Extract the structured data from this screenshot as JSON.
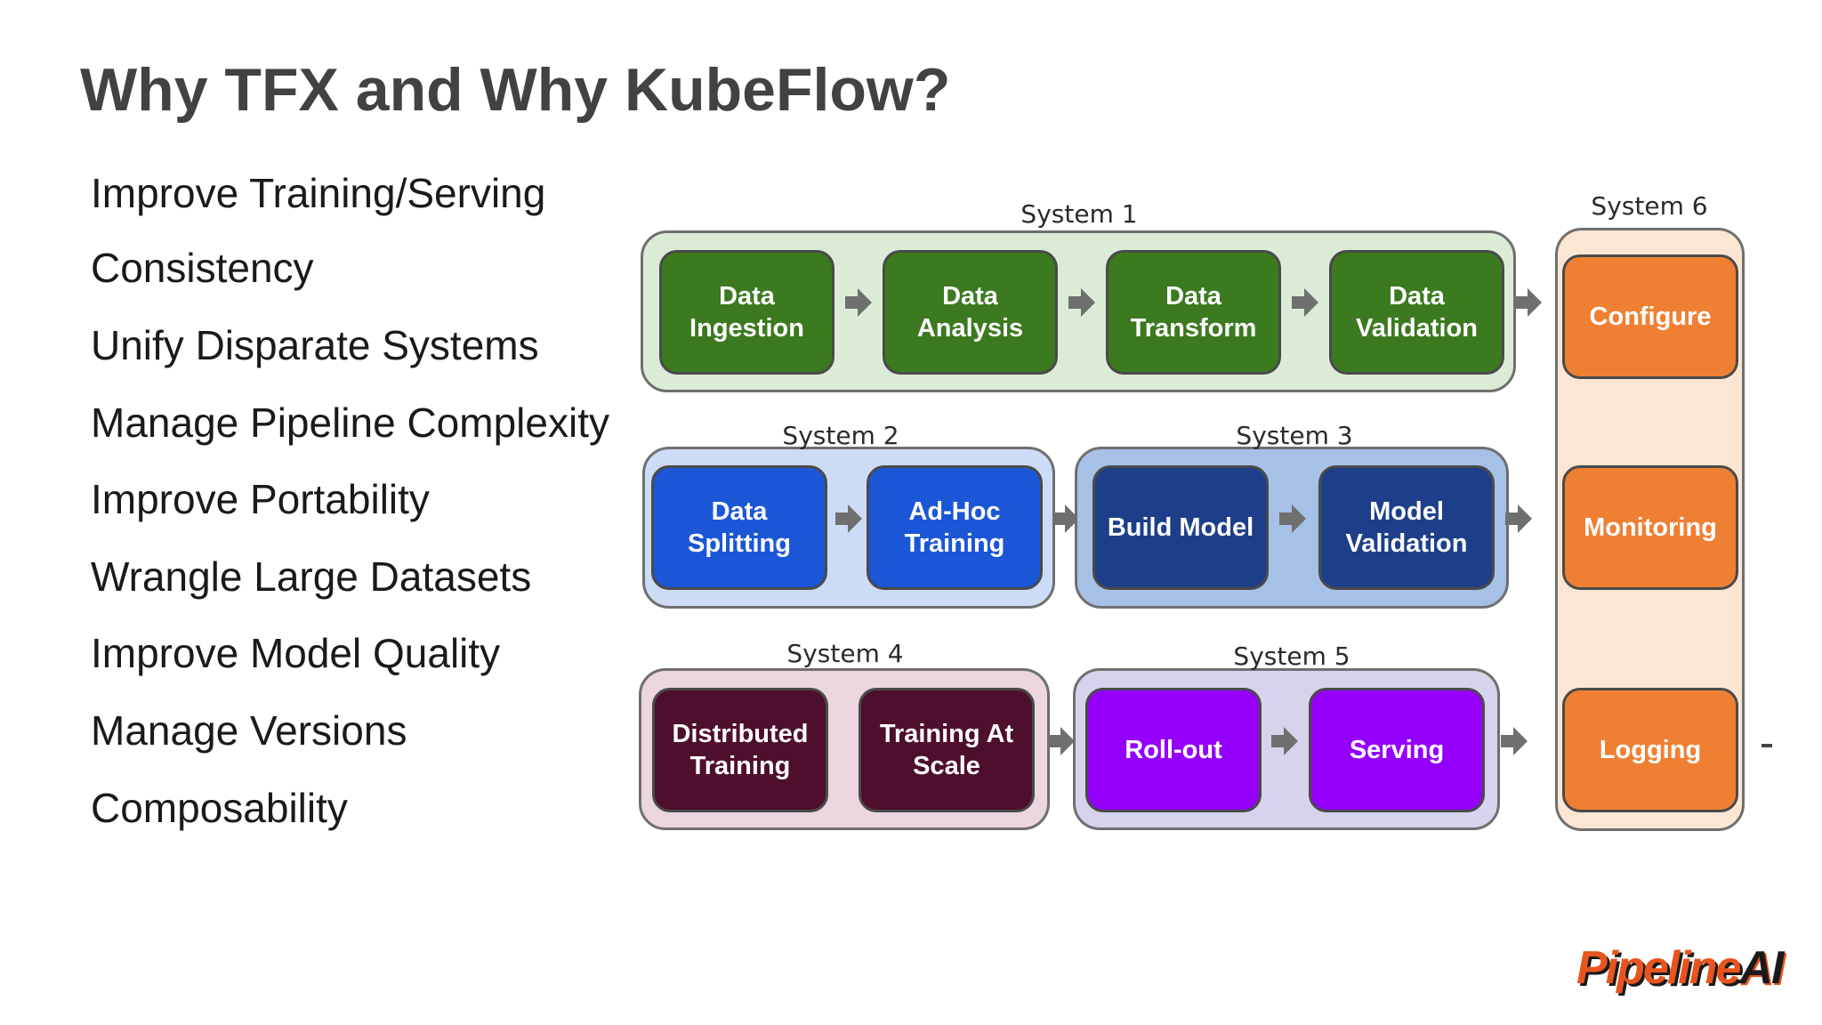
{
  "slide": {
    "title": "Why TFX and Why KubeFlow?",
    "bullets": [
      "Improve Training/Serving",
      "Consistency",
      "Unify Disparate Systems",
      "Manage Pipeline Complexity",
      "Improve Portability",
      "Wrangle Large Datasets",
      "Improve Model Quality",
      "Manage Versions",
      "Composability"
    ]
  },
  "diagram": {
    "systems": [
      {
        "label": "System 1",
        "steps": [
          "Data Ingestion",
          "Data Analysis",
          "Data Transform",
          "Data Validation"
        ],
        "box_color": "#3b7a1f",
        "group_color": "#dcebd6"
      },
      {
        "label": "System 2",
        "steps": [
          "Data Splitting",
          "Ad-Hoc Training"
        ],
        "box_color": "#1a56d6",
        "group_color": "#cddcf6"
      },
      {
        "label": "System 3",
        "steps": [
          "Build Model",
          "Model Validation"
        ],
        "box_color": "#1d3f8a",
        "group_color": "#a7c1e6"
      },
      {
        "label": "System 4",
        "steps": [
          "Distributed Training",
          "Training At Scale"
        ],
        "box_color": "#4d0f2c",
        "group_color": "#ecd6df"
      },
      {
        "label": "System 5",
        "steps": [
          "Roll-out",
          "Serving"
        ],
        "box_color": "#9500fc",
        "group_color": "#d8d3ec"
      },
      {
        "label": "System 6",
        "steps": [
          "Configure",
          "Monitoring",
          "Logging"
        ],
        "box_color": "#ef8033",
        "group_color": "#fbe6d4"
      }
    ],
    "arrow_color": "#6f6f6f"
  },
  "logo": {
    "prefix": "Pipeline",
    "suffix": "AI"
  }
}
